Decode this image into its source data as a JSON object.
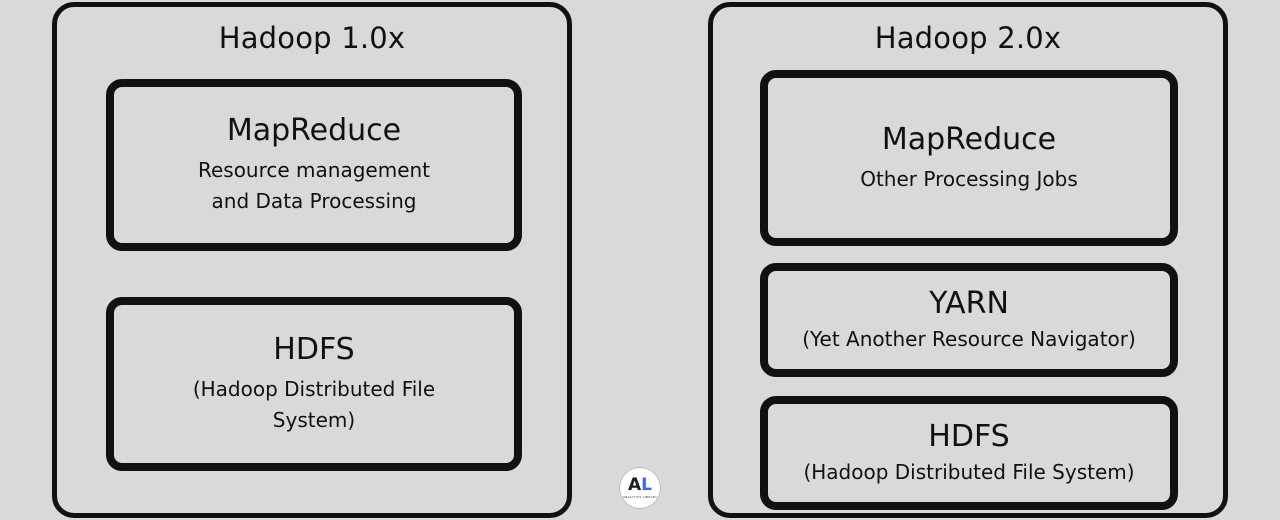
{
  "left": {
    "title": "Hadoop 1.0x",
    "boxes": [
      {
        "title": "MapReduce",
        "lines": [
          "Resource management",
          "and Data Processing"
        ]
      },
      {
        "title": "HDFS",
        "lines": [
          "(Hadoop Distributed File",
          "System)"
        ]
      }
    ]
  },
  "right": {
    "title": "Hadoop 2.0x",
    "boxes": [
      {
        "title": "MapReduce",
        "lines": [
          "Other Processing Jobs"
        ]
      },
      {
        "title": "YARN",
        "lines": [
          "(Yet Another Resource Navigator)"
        ]
      },
      {
        "title": "HDFS",
        "lines": [
          "(Hadoop Distributed File System)"
        ]
      }
    ]
  },
  "logo": {
    "letter_a": "A",
    "letter_l": "L",
    "tagline": "ANALYTICS LIBRARY"
  }
}
